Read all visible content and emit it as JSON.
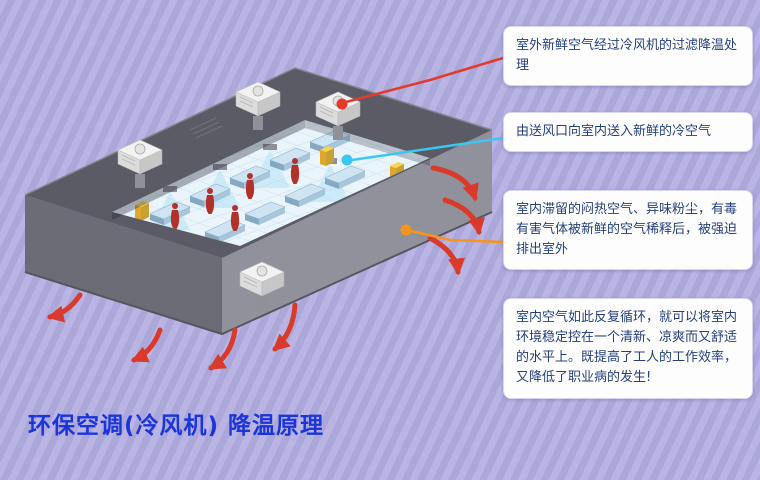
{
  "title": {
    "text": "环保空调(冷风机) 降温原理",
    "color": "#1b35d9"
  },
  "callouts": [
    {
      "text": "室外新鲜空气经过冷风机的过滤降温处理",
      "connector_color": "#e23b2e",
      "dot": "red-dot"
    },
    {
      "text": "由送风口向室内送入新鲜的冷空气",
      "connector_color": "#3cc6f0",
      "dot": "cyan-dot"
    },
    {
      "text": "室内滞留的闷热空气、异味粉尘，有毒有害气体被新鲜的空气稀释后，被强迫排出室外",
      "connector_color": "#f7941e",
      "dot": "orange-dot"
    },
    {
      "text": "室内空气如此反复循环，就可以将室内环境稳定控在一个清新、凉爽而又舒适的水平上。既提高了工人的工作效率，又降低了职业病的发生!",
      "connector_color": null,
      "dot": null
    }
  ],
  "scene": {
    "colors": {
      "background_stripe_a": "#b9b4e3",
      "background_stripe_b": "#aca7d9",
      "roof": "#5a5b64",
      "wall_right": "#90919b",
      "wall_left": "#6b6c75",
      "floor": "#eaf4fb",
      "cool_air": "#aee0f5",
      "exhaust_arrow": "#d93a2b",
      "worker": "#b23128",
      "machine": "#f0c133",
      "cooler_unit": "#f2f2f2"
    }
  }
}
